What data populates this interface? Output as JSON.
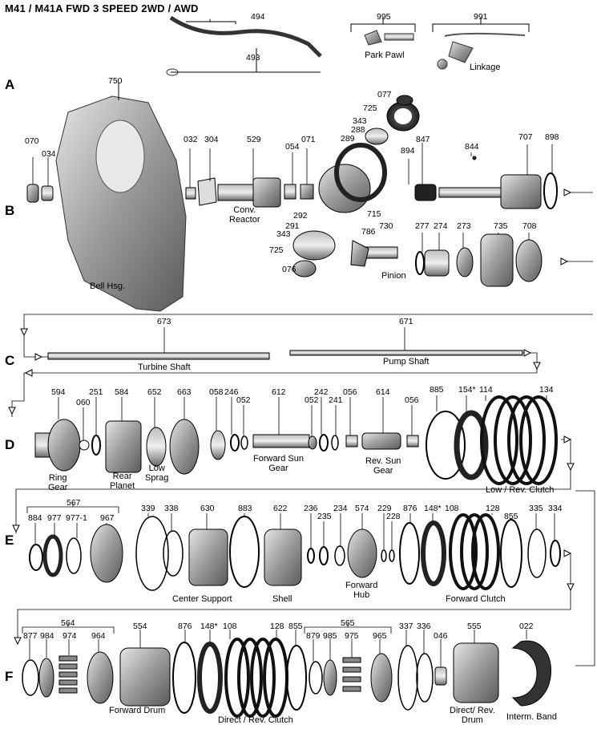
{
  "title": "M41 / M41A   FWD 3 SPEED 2WD / AWD",
  "rows": [
    "A",
    "B",
    "C",
    "D",
    "E",
    "F"
  ],
  "labels": {
    "park_pawl": "Park Pawl",
    "linkage": "Linkage",
    "bell_hsg": "Bell Hsg.",
    "conv_reactor": "Conv.\nReactor",
    "pinion": "Pinion",
    "turbine_shaft": "Turbine Shaft",
    "pump_shaft": "Pump Shaft",
    "ring_gear": "Ring\nGear",
    "rear_planet": "Rear\nPlanet",
    "low_sprag": "Low\nSprag",
    "forward_sun_gear": "Forward Sun\nGear",
    "rev_sun_gear": "Rev. Sun\nGear",
    "low_rev_clutch": "Low / Rev. Clutch",
    "center_support": "Center Support",
    "shell": "Shell",
    "forward_hub": "Forward\nHub",
    "forward_clutch": "Forward Clutch",
    "forward_drum": "Forward Drum",
    "direct_rev_clutch": "Direct / Rev. Clutch",
    "direct_rev_drum": "Direct/ Rev.\nDrum",
    "interm_band": "Interm. Band"
  },
  "part_numbers": {
    "p494": "494",
    "p493": "493",
    "p995": "995",
    "p991": "991",
    "p750": "750",
    "p077": "077",
    "p725a": "725",
    "p343a": "343",
    "p288": "288",
    "p289": "289",
    "p070": "070",
    "p034": "034",
    "p032": "032",
    "p304": "304",
    "p529": "529",
    "p054": "054",
    "p071": "071",
    "p847": "847",
    "p894": "894",
    "p844": "844",
    "p707": "707",
    "p898": "898",
    "p715": "715",
    "p292": "292",
    "p291": "291",
    "p343b": "343",
    "p786": "786",
    "p725b": "725",
    "p076": "076",
    "p730": "730",
    "p277": "277",
    "p274": "274",
    "p273": "273",
    "p735": "735",
    "p708": "708",
    "p673": "673",
    "p671": "671",
    "p594": "594",
    "p060": "060",
    "p251": "251",
    "p584": "584",
    "p652": "652",
    "p663": "663",
    "p058": "058",
    "p246": "246",
    "p052a": "052",
    "p612": "612",
    "p052b": "052",
    "p242": "242",
    "p241": "241",
    "p056a": "056",
    "p614": "614",
    "p056b": "056",
    "p885": "885",
    "p154": "154*",
    "p114": "114",
    "p134": "134",
    "p567": "567",
    "p884": "884",
    "p977": "977",
    "p9771": "977-1",
    "p967": "967",
    "p339": "339",
    "p338": "338",
    "p630": "630",
    "p883": "883",
    "p622": "622",
    "p236": "236",
    "p235": "235",
    "p234": "234",
    "p574": "574",
    "p229": "229",
    "p228": "228",
    "p876a": "876",
    "p148a": "148*",
    "p108a": "108",
    "p128a": "128",
    "p855a": "855",
    "p335": "335",
    "p334": "334",
    "p564": "564",
    "p877": "877",
    "p984": "984",
    "p974": "974",
    "p964": "964",
    "p554": "554",
    "p876b": "876",
    "p148b": "148*",
    "p108b": "108",
    "p128b": "128",
    "p855b": "855",
    "p565": "565",
    "p879": "879",
    "p985": "985",
    "p975": "975",
    "p965": "965",
    "p337": "337",
    "p336": "336",
    "p046": "046",
    "p555": "555",
    "p022": "022"
  }
}
